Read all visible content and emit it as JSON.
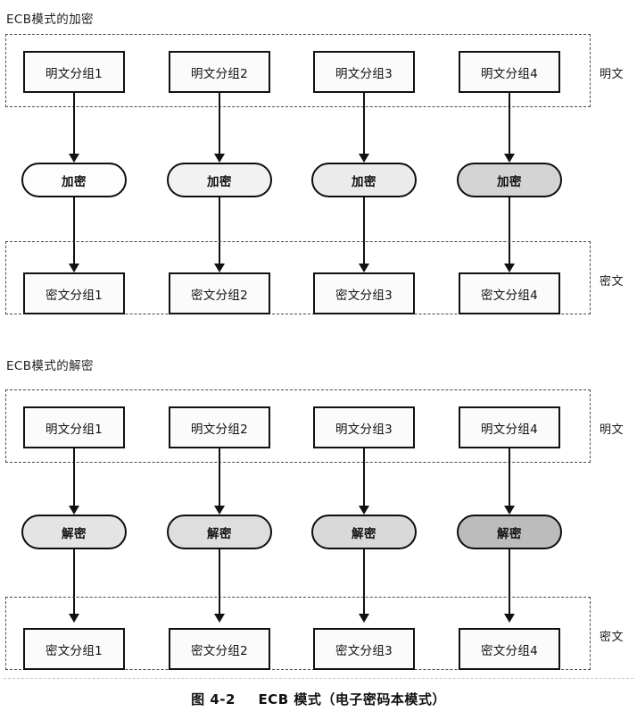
{
  "figure": {
    "caption_number": "图 4-2",
    "caption_text": "ECB 模式（电子密码本模式）"
  },
  "sections": [
    {
      "id": "encrypt",
      "title": "ECB模式的加密",
      "input_band_label": "明文",
      "output_band_label": "密文",
      "process_label": "加密",
      "input_blocks": [
        "明文分组1",
        "明文分组2",
        "明文分组3",
        "明文分组4"
      ],
      "output_blocks": [
        "密文分组1",
        "密文分组2",
        "密文分组3",
        "密文分组4"
      ],
      "process_fills": [
        "#fdfdfd",
        "#f2f2f2",
        "#ebebeb",
        "#d4d4d4"
      ]
    },
    {
      "id": "decrypt",
      "title": "ECB模式的解密",
      "input_band_label": "明文",
      "output_band_label": "密文",
      "process_label": "解密",
      "input_blocks": [
        "明文分组1",
        "明文分组2",
        "明文分组3",
        "明文分组4"
      ],
      "output_blocks": [
        "密文分组1",
        "密文分组2",
        "密文分组3",
        "密文分组4"
      ],
      "process_fills": [
        "#e4e4e4",
        "#dedede",
        "#d9d9d9",
        "#bcbcbc"
      ]
    }
  ],
  "colors": {
    "stroke": "#111111",
    "dashed_stroke": "#4a4a4a",
    "block_fill": "#fbfbfb",
    "page_background": "#ffffff"
  }
}
